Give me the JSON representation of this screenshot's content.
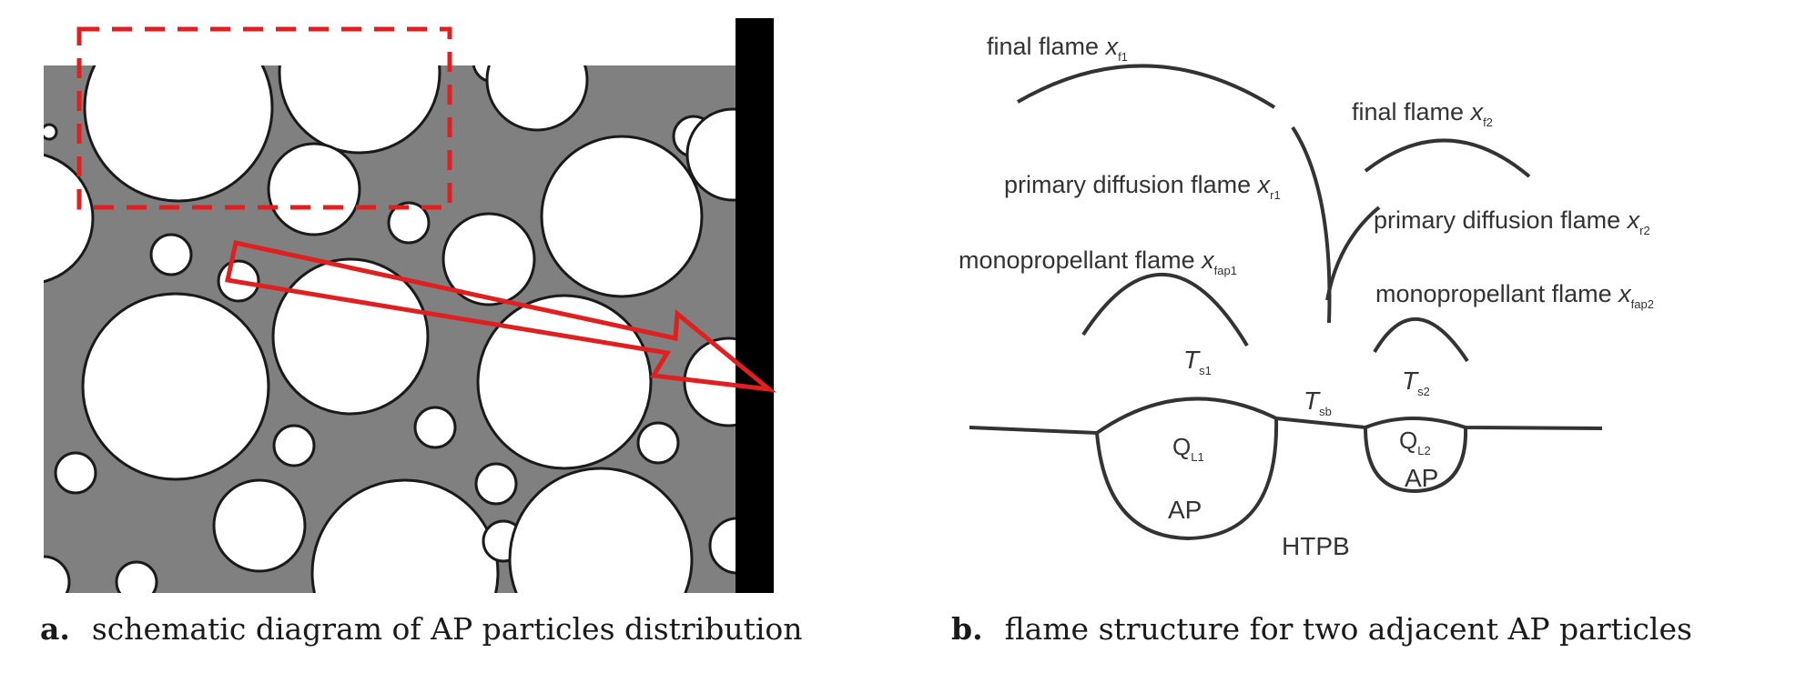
{
  "panel_a": {
    "caption_letter": "a.",
    "caption_text": "schematic diagram of AP particles distribution"
  },
  "panel_b": {
    "caption_letter": "b.",
    "caption_text": "flame structure for two adjacent AP particles",
    "final_flame_1": {
      "text": "final flame ",
      "var": "x",
      "sub": "f1"
    },
    "final_flame_2": {
      "text": "final flame ",
      "var": "x",
      "sub": "f2"
    },
    "primary_diffusion_1": {
      "text": "primary diffusion flame ",
      "var": "x",
      "sub": "r1"
    },
    "primary_diffusion_2": {
      "text": "primary diffusion flame ",
      "var": "x",
      "sub": "r2"
    },
    "mono_flame_1": {
      "text": "monopropellant flame ",
      "var": "x",
      "sub": "fap1"
    },
    "mono_flame_2": {
      "text": "monopropellant flame ",
      "var": "x",
      "sub": "fap2"
    },
    "ts1": {
      "var": "T",
      "sub": "s1"
    },
    "tsb": {
      "var": "T",
      "sub": "sb"
    },
    "ts2": {
      "var": "T",
      "sub": "s2"
    },
    "ql1": {
      "var": "Q",
      "sub": "L1"
    },
    "ql2": {
      "var": "Q",
      "sub": "L2"
    },
    "ap1": "AP",
    "ap2": "AP",
    "htpb": "HTPB"
  }
}
